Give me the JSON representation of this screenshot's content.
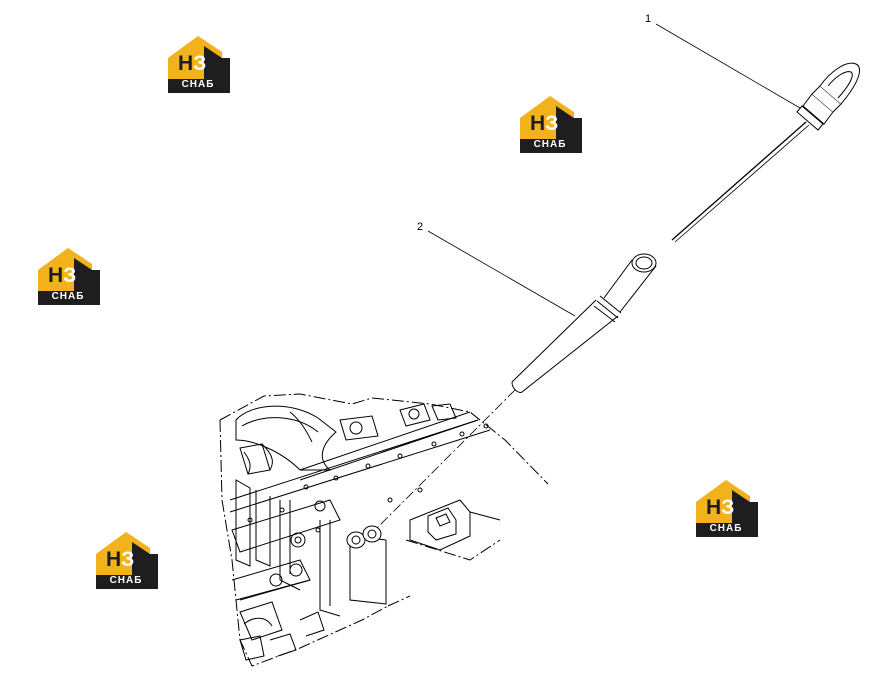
{
  "diagram": {
    "callouts": [
      {
        "id": "1",
        "label": "1"
      },
      {
        "id": "2",
        "label": "2"
      }
    ],
    "watermark": {
      "letters": [
        "Н",
        "З"
      ],
      "word": "СНАБ",
      "colors": {
        "gold": "#f2b21b",
        "dark": "#1e1e1e"
      }
    },
    "line_color": "#000000"
  }
}
